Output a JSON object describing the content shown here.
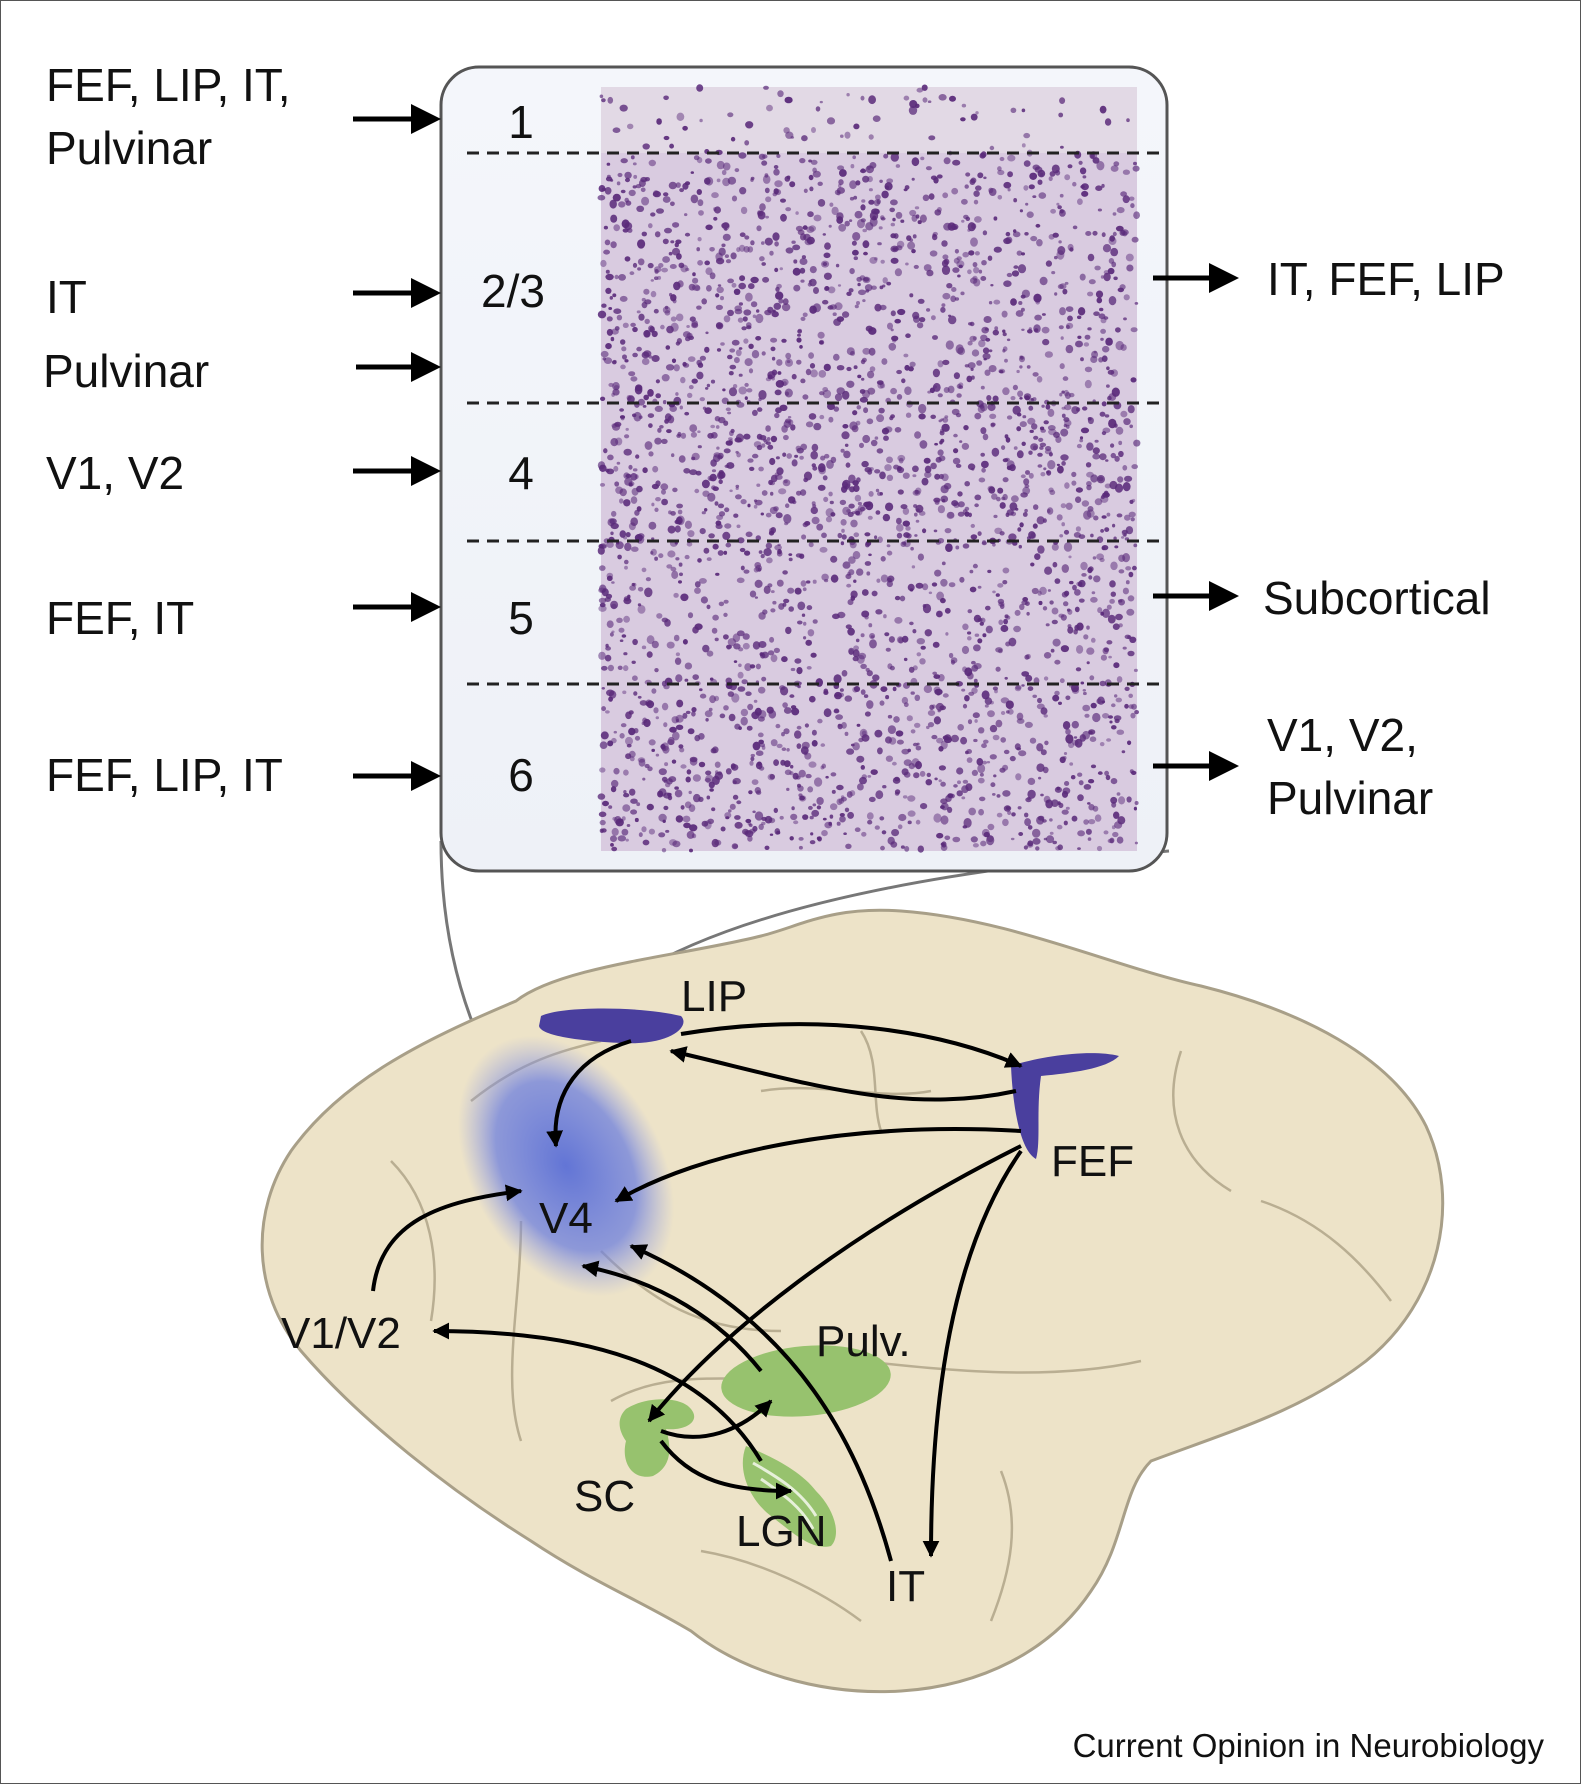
{
  "layers": [
    {
      "label": "1",
      "inputs": [
        "FEF, LIP, IT,",
        "Pulvinar"
      ],
      "outputs": []
    },
    {
      "label": "2/3",
      "inputs": [
        "IT",
        "Pulvinar"
      ],
      "outputs": [
        "IT, FEF, LIP"
      ]
    },
    {
      "label": "4",
      "inputs": [
        "V1, V2"
      ],
      "outputs": []
    },
    {
      "label": "5",
      "inputs": [
        "FEF, IT"
      ],
      "outputs": [
        "Subcortical"
      ]
    },
    {
      "label": "6",
      "inputs": [
        "FEF, LIP, IT"
      ],
      "outputs": [
        "V1, V2,",
        "Pulvinar"
      ]
    }
  ],
  "regions": {
    "lip": "LIP",
    "fef": "FEF",
    "v4": "V4",
    "v1v2": "V1/V2",
    "pulv": "Pulv.",
    "sc": "SC",
    "lgn": "LGN",
    "it": "IT"
  },
  "credit": "Current Opinion in Neurobiology",
  "colors": {
    "stain": "#5a2a7a",
    "stain_bg": "#d9cbe0",
    "brain": "#ede3c8",
    "brain_outline": "#a89f88",
    "v4": "#5b6fd6",
    "lip_fef": "#4a3f9e",
    "subcortical": "#97c26e"
  }
}
